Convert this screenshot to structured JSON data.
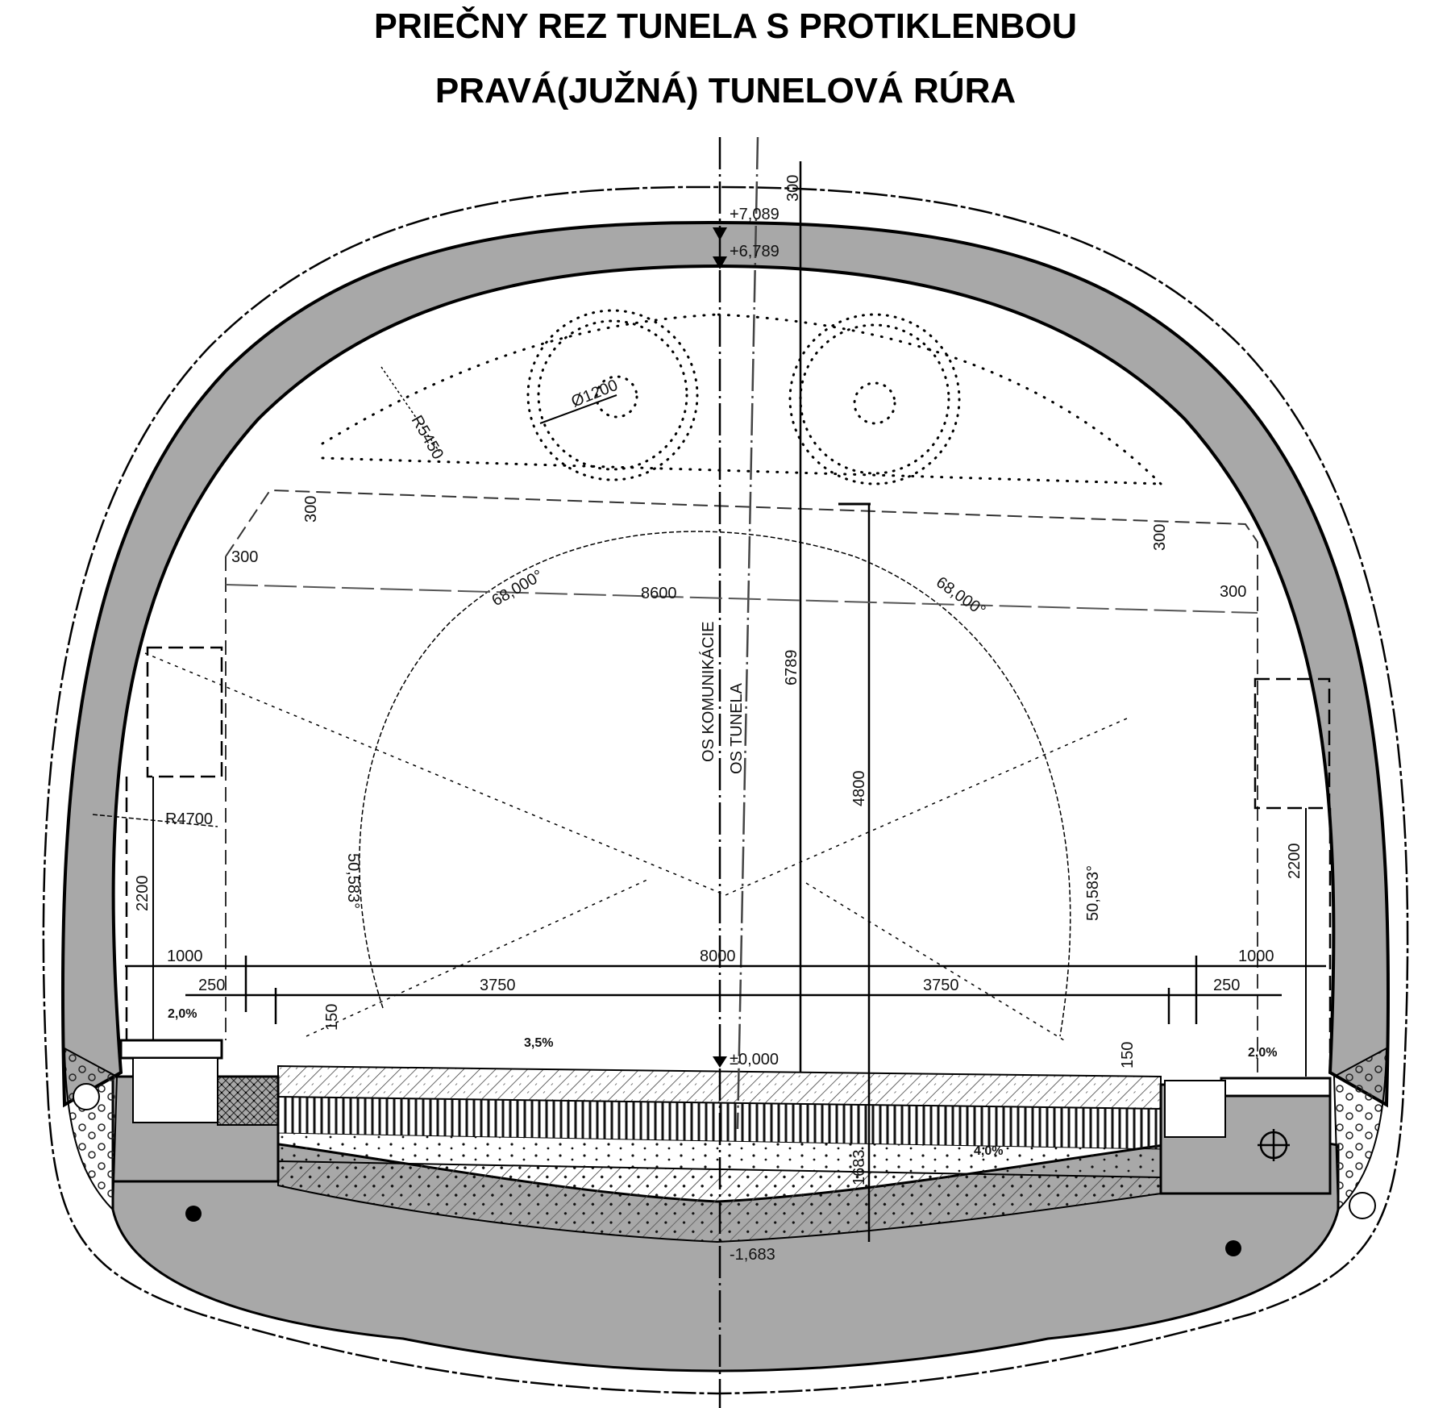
{
  "title": {
    "line1": "PRIEČNY REZ TUNELA S PROTIKLENBOU",
    "line2": "PRAVÁ(JUŽNÁ) TUNELOVÁ RÚRA"
  },
  "axes": {
    "road_axis": "OS KOMUNIKÁCIE",
    "tunnel_axis": "OS TUNELA"
  },
  "elevations": {
    "top_outer": "+7,089",
    "top_inner": "+6,789",
    "road": "±0,000",
    "invert": "-1,683"
  },
  "radii": {
    "crown": "R5450",
    "side": "R4700",
    "duct": "Ø1200"
  },
  "angles": {
    "upper_left": "68,000°",
    "upper_right": "68,000°",
    "lower_left": "50,583°",
    "lower_right": "50,583°"
  },
  "dimensions": {
    "lining_thickness": "300",
    "clearance_width": "8600",
    "clearance_offsets": [
      "300",
      "300",
      "300",
      "300"
    ],
    "height_total": "6789",
    "height_clearance": "4800",
    "height_invert": "1683",
    "sidewalk_height_left": "2200",
    "sidewalk_height_right": "2200",
    "sidewalk_left": "1000",
    "sidewalk_right": "1000",
    "carriageway": "8000",
    "lane_left": "3750",
    "lane_right": "3750",
    "shoulder_left": "250",
    "shoulder_right": "250",
    "curb_left": "150",
    "curb_right": "150"
  },
  "slopes": {
    "walk_left": "2,0%",
    "walk_right": "2,0%",
    "road": "3,5%",
    "drain": "4,0%"
  },
  "colors": {
    "lining_fill": "#a8a8a8",
    "line": "#000000",
    "background": "#ffffff"
  }
}
